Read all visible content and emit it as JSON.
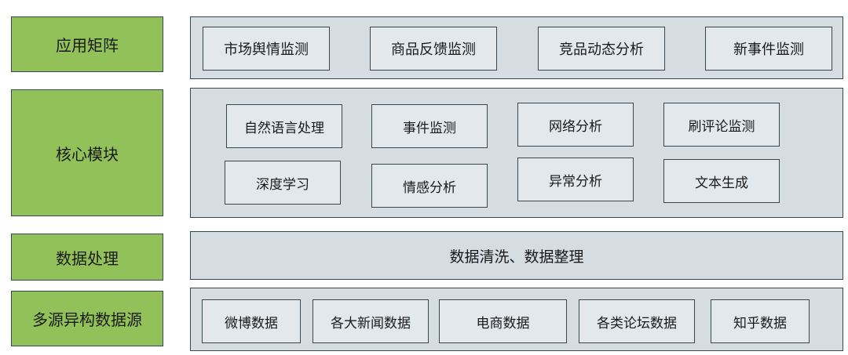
{
  "layers": {
    "app": {
      "label": "应用矩阵",
      "items": [
        "市场舆情监测",
        "商品反馈监测",
        "竞品动态分析",
        "新事件监测"
      ]
    },
    "core": {
      "label": "核心模块",
      "items": [
        "自然语言处理",
        "事件监测",
        "网络分析",
        "刷评论监测",
        "深度学习",
        "情感分析",
        "异常分析",
        "文本生成"
      ]
    },
    "processing": {
      "label": "数据处理",
      "text": "数据清洗、数据整理"
    },
    "sources": {
      "label": "多源异构数据源",
      "items": [
        "微博数据",
        "各大新闻数据",
        "电商数据",
        "各类论坛数据",
        "知乎数据"
      ]
    }
  },
  "colors": {
    "label_fill": "#93c159",
    "panel_fill": "#d5dce2",
    "box_fill": "#e3e8ec",
    "border": "#37474f"
  }
}
